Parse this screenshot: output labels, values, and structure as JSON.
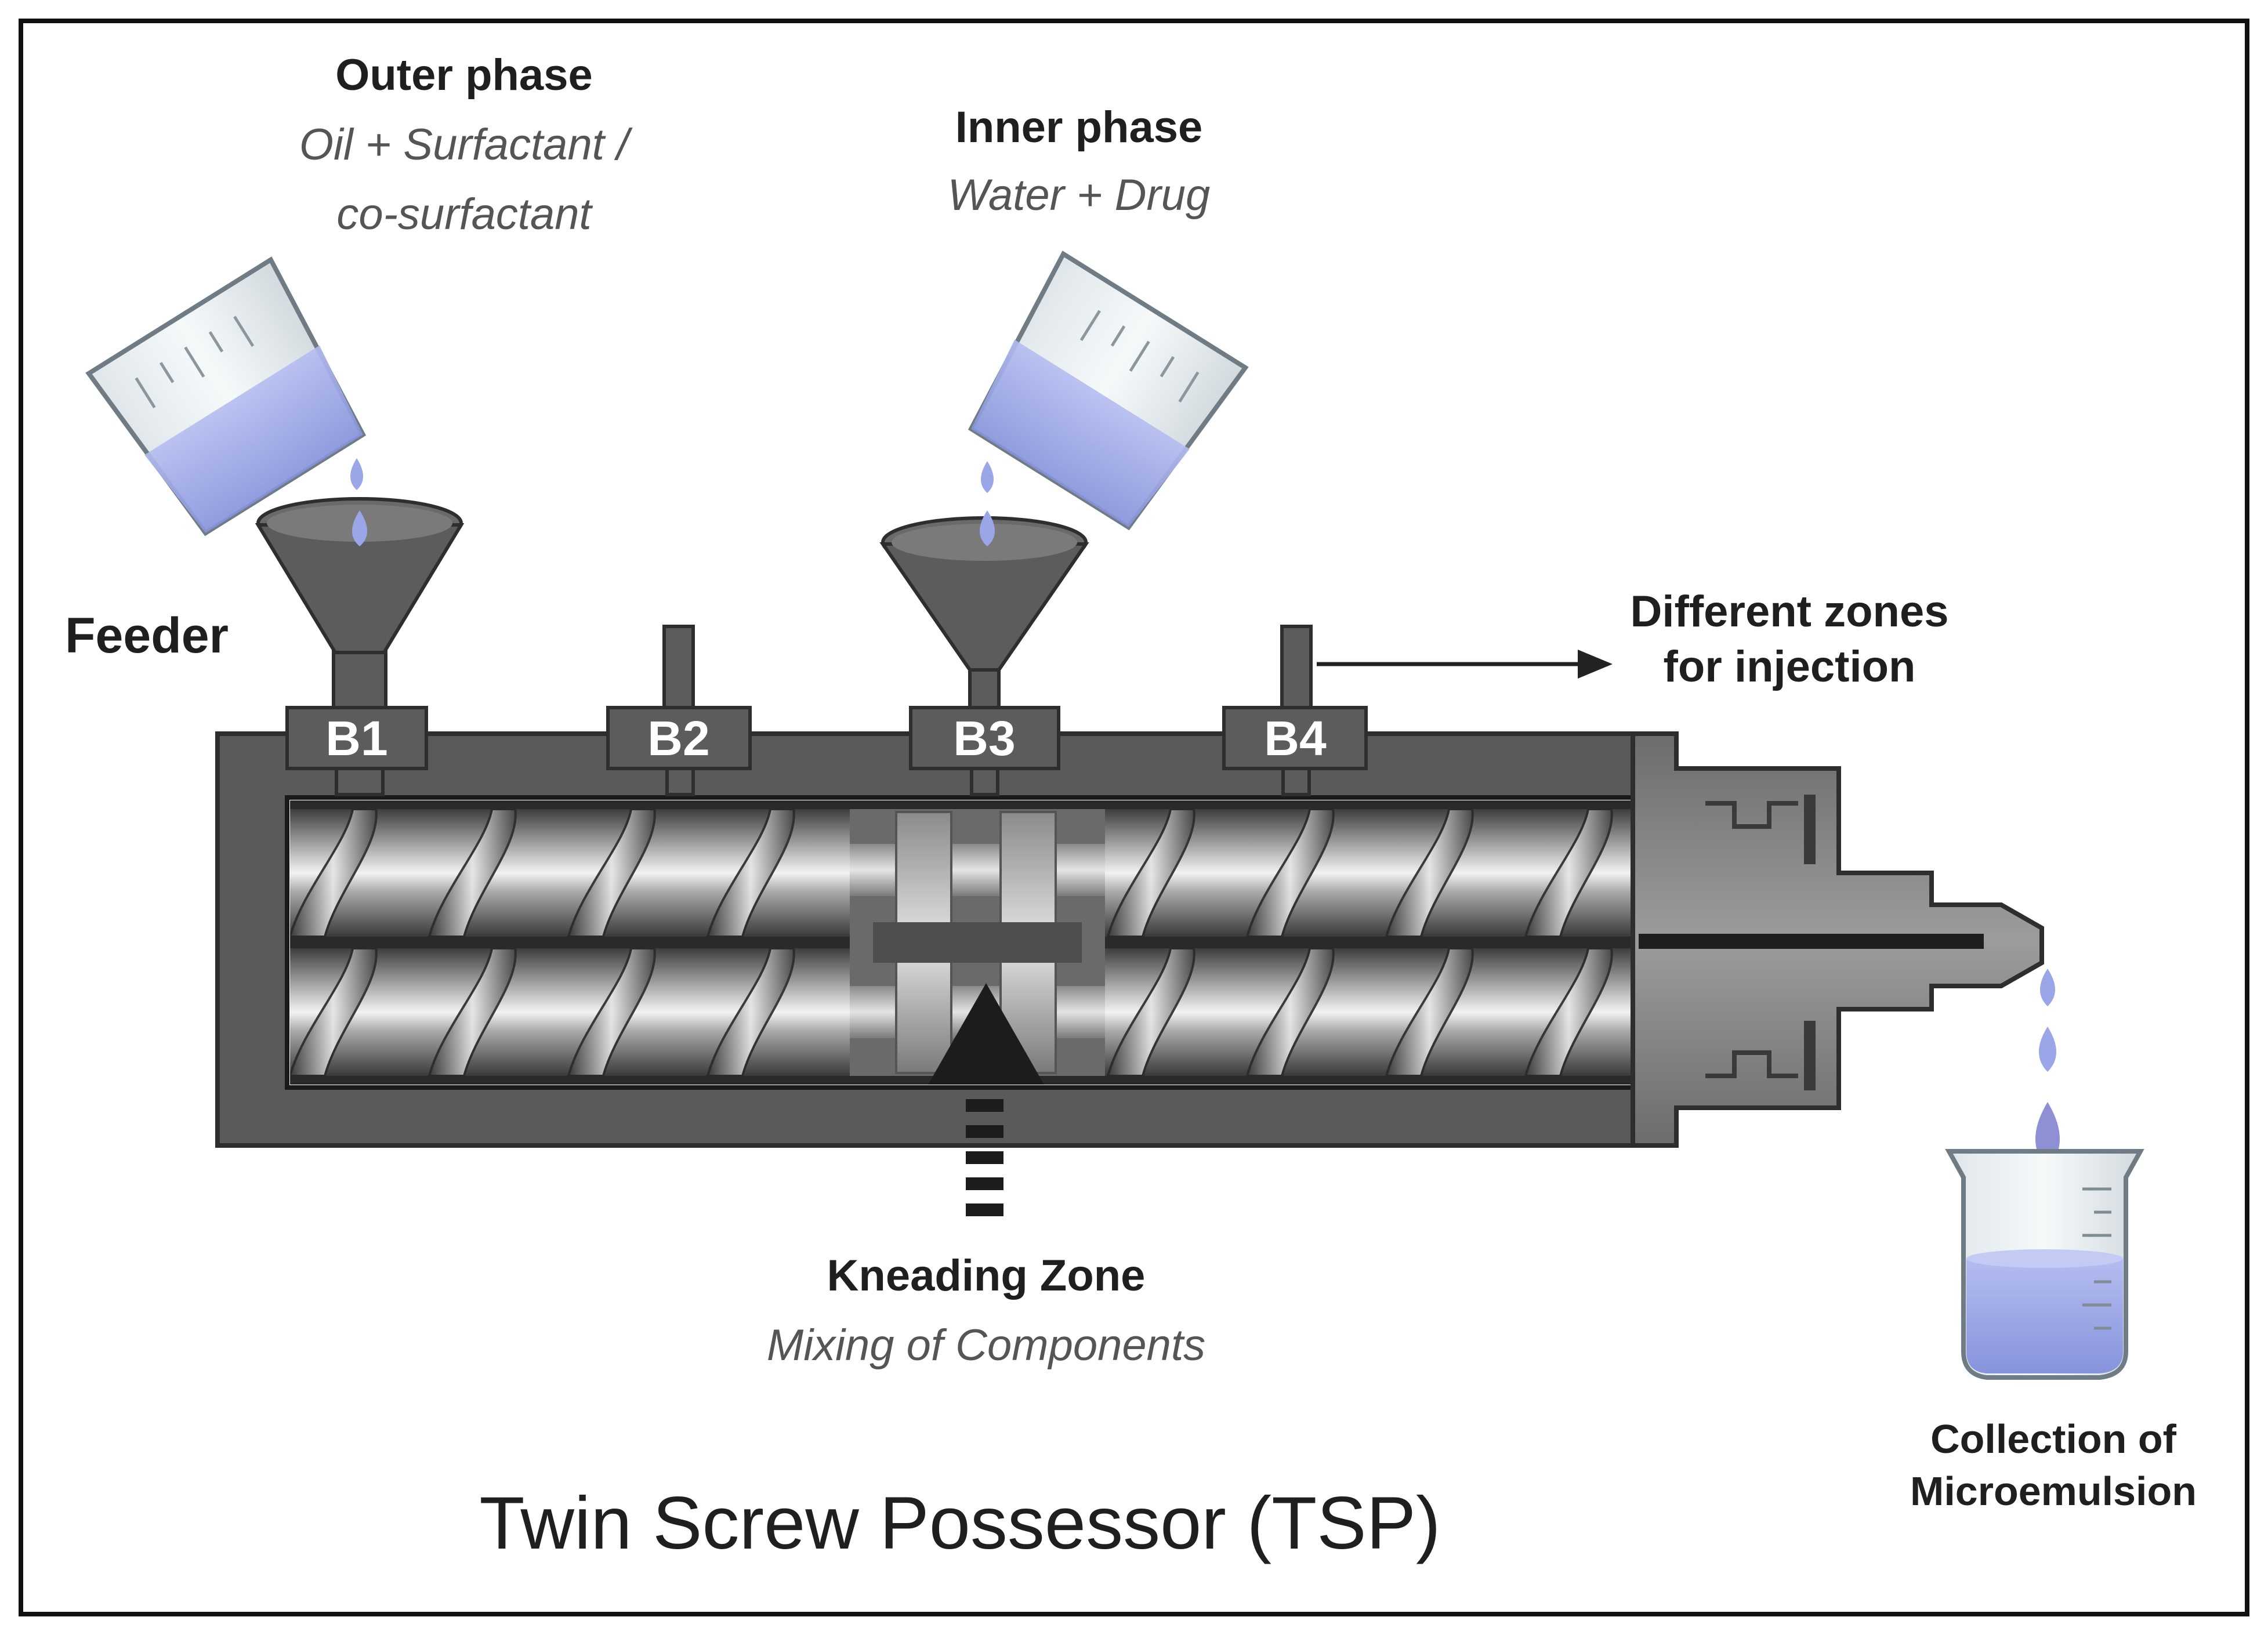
{
  "outer_phase": {
    "title": "Outer phase",
    "line1": "Oil + Surfactant /",
    "line2": "co-surfactant"
  },
  "inner_phase": {
    "title": "Inner phase",
    "line1": "Water + Drug"
  },
  "feeder_label": "Feeder",
  "ports": [
    "B1",
    "B2",
    "B3",
    "B4"
  ],
  "zones_label": {
    "line1": "Different zones",
    "line2": "for injection"
  },
  "kneading": {
    "title": "Kneading Zone",
    "subtitle": "Mixing of Components"
  },
  "collection": {
    "line1": "Collection of",
    "line2": "Microemulsion"
  },
  "main_title": "Twin Screw Possessor (TSP)",
  "colors": {
    "barrel": "#5a5a5a",
    "barrel_outline": "#2e2e2e",
    "liquid": "#9aa6e8",
    "droplet": "#8f9ae0",
    "screw_light": "#d8d8d8",
    "screw_dark": "#4a4a4a",
    "funnel": "#5c5c5c",
    "arrow": "#222222"
  }
}
